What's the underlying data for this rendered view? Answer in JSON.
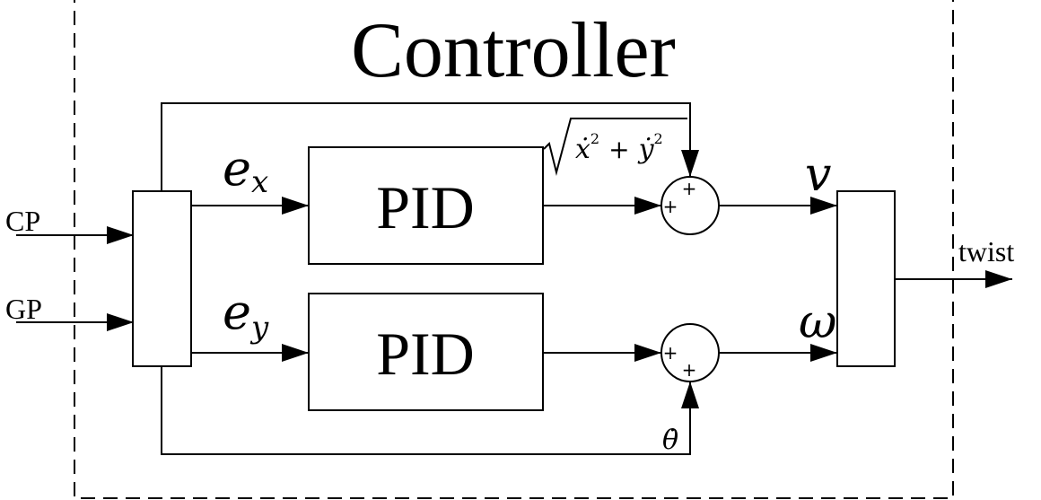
{
  "title": "Controller",
  "inputs": {
    "cp": "CP",
    "gp": "GP"
  },
  "output": "twist",
  "blocks": {
    "pid_top": "PID",
    "pid_bottom": "PID"
  },
  "errors": {
    "ex_base": "e",
    "ex_sub": "x",
    "ey_base": "e",
    "ey_sub": "y"
  },
  "signals": {
    "v": "v",
    "omega": "ω"
  },
  "feedforward": {
    "speed_x": "ẋ",
    "speed_y": "ẏ",
    "exp": "2",
    "plus": "+",
    "theta_dot": "θ̇"
  },
  "sum_signs": {
    "top_top": "+",
    "top_left": "+",
    "bottom_left": "+",
    "bottom_bottom": "+"
  }
}
